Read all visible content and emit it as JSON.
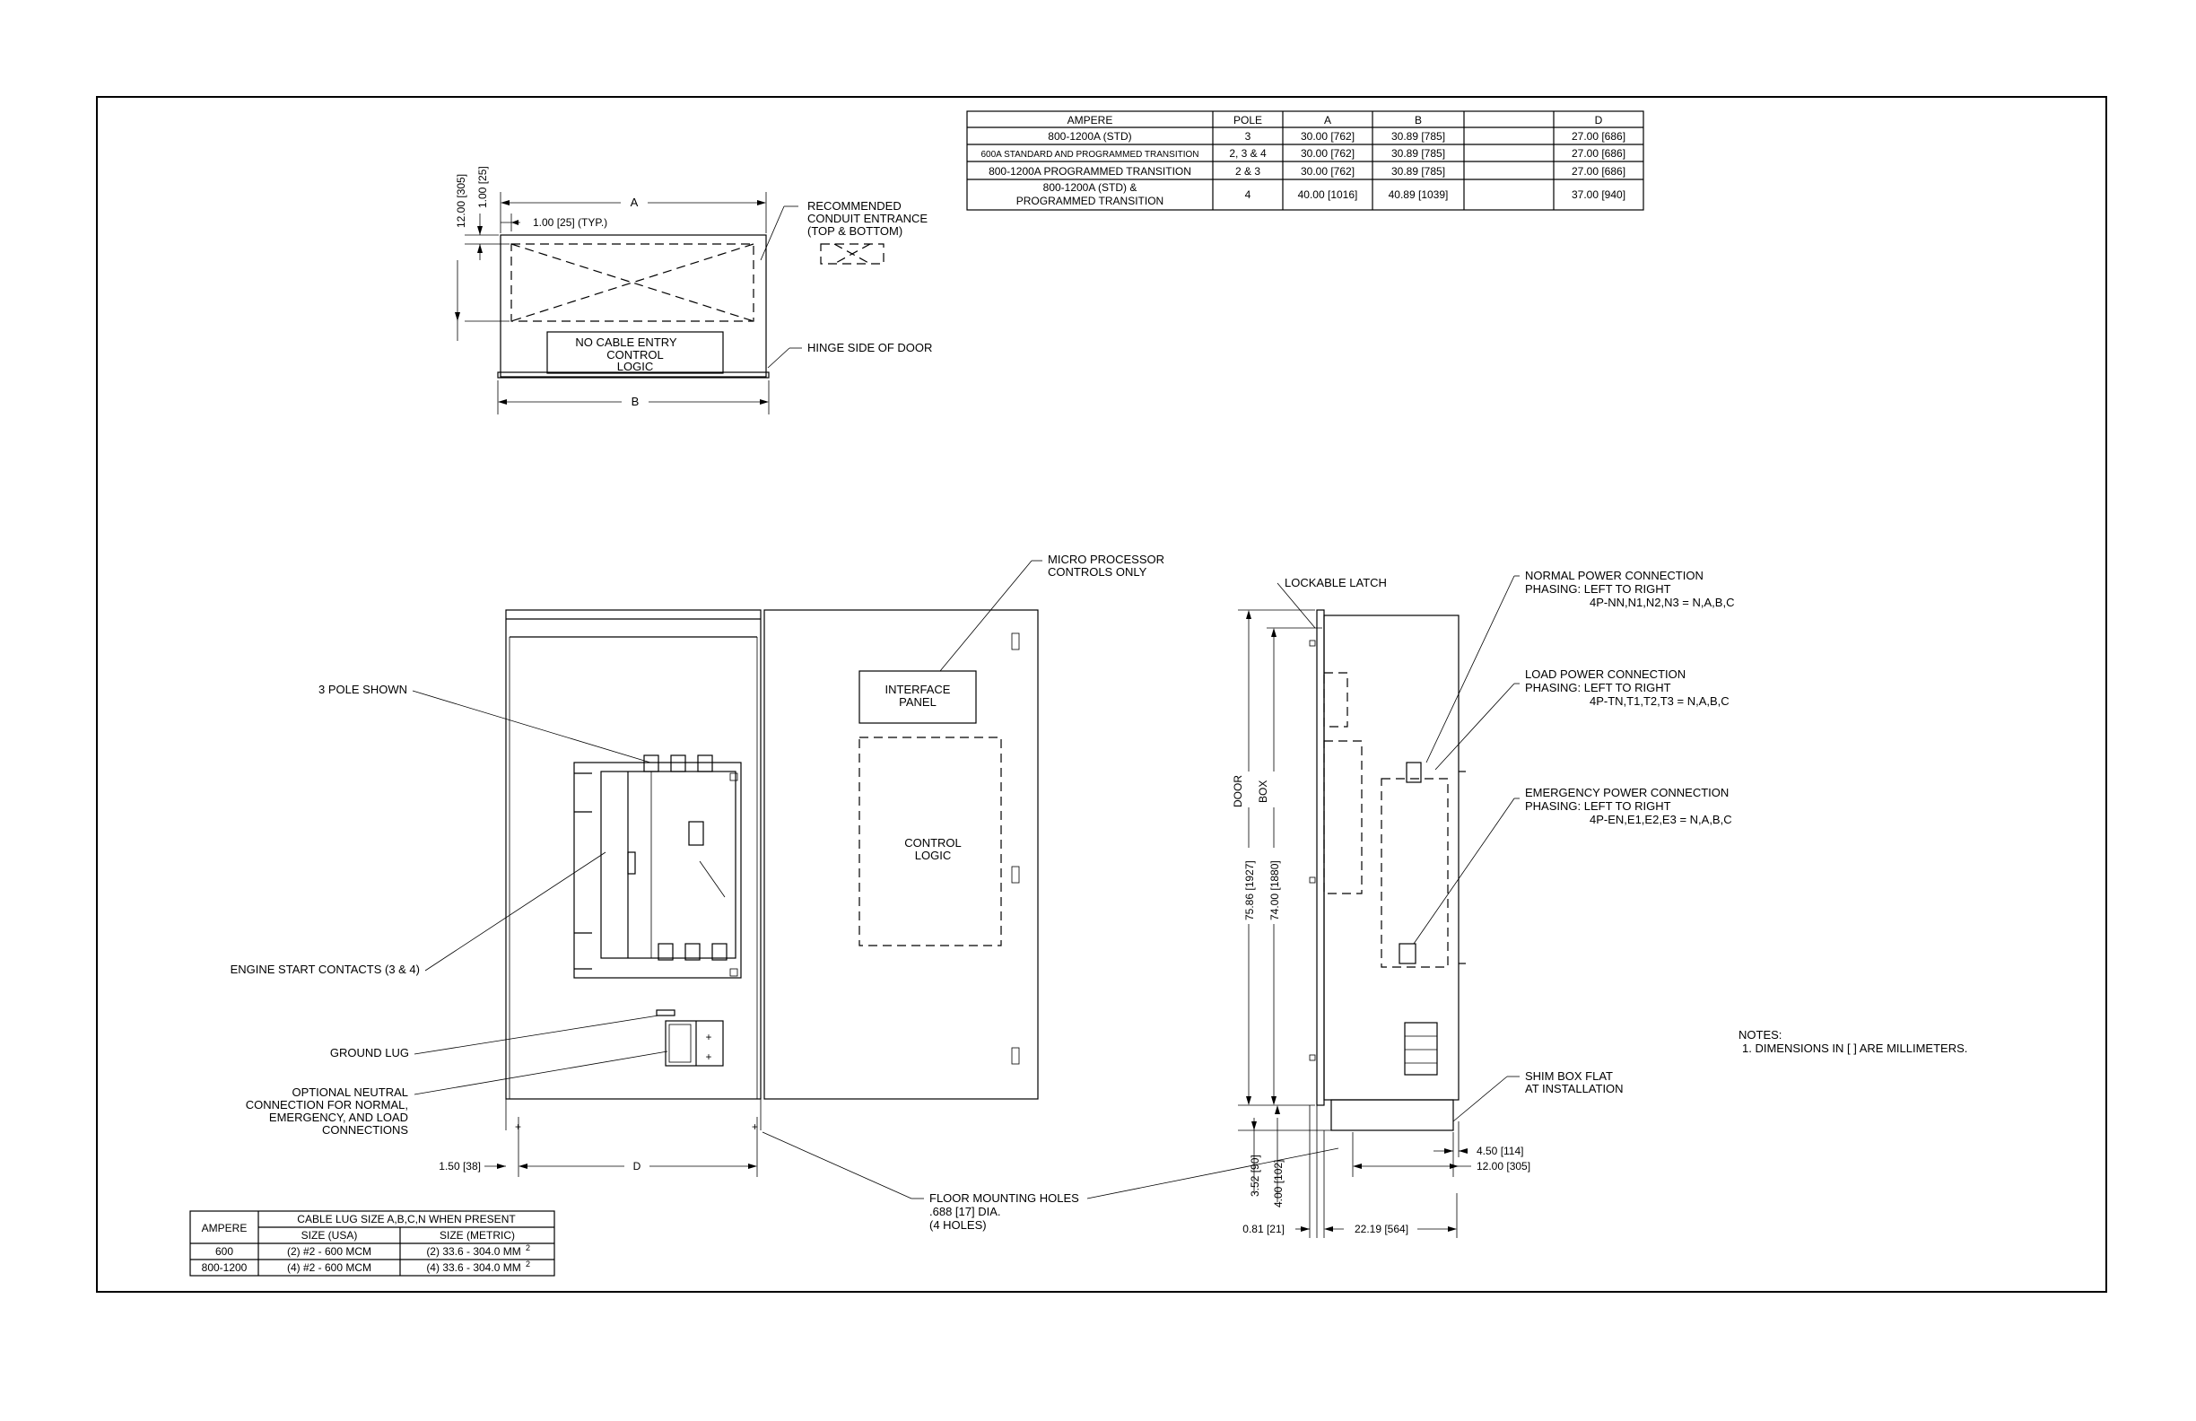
{
  "top_view": {
    "dim_a": "A",
    "dim_b": "B",
    "dim_12": "12.00 [305]",
    "dim_1": "1.00 [25]",
    "dim_typ": "1.00 [25] (TYP.)",
    "recommended": [
      "RECOMMENDED",
      "CONDUIT ENTRANCE",
      "(TOP & BOTTOM)"
    ],
    "hinge": "HINGE SIDE OF DOOR",
    "box_text": [
      "NO CABLE ENTRY",
      "CONTROL",
      "LOGIC"
    ]
  },
  "dim_table": {
    "headers": [
      "AMPERE",
      "POLE",
      "A",
      "B",
      "",
      "D"
    ],
    "rows": [
      [
        "800-1200A (STD)",
        "3",
        "30.00 [762]",
        "30.89 [785]",
        "",
        "27.00 [686]"
      ],
      [
        "600A STANDARD AND PROGRAMMED TRANSITION",
        "2, 3 & 4",
        "30.00 [762]",
        "30.89 [785]",
        "",
        "27.00 [686]"
      ],
      [
        "800-1200A PROGRAMMED TRANSITION",
        "2 & 3",
        "30.00 [762]",
        "30.89 [785]",
        "",
        "27.00 [686]"
      ],
      [
        "800-1200A (STD) &",
        "4",
        "40.00 [1016]",
        "40.89 [1039]",
        "",
        "37.00 [940]"
      ]
    ],
    "row4_line2": "PROGRAMMED TRANSITION"
  },
  "front_view": {
    "micro": [
      "MICRO PROCESSOR",
      "CONTROLS ONLY"
    ],
    "interface": [
      "INTERFACE",
      "PANEL"
    ],
    "control": [
      "CONTROL",
      "LOGIC"
    ],
    "pole": "3 POLE SHOWN",
    "engine": "ENGINE START CONTACTS (3 & 4)",
    "ground": "GROUND LUG",
    "optional": [
      "OPTIONAL NEUTRAL",
      "CONNECTION FOR NORMAL,",
      "EMERGENCY, AND LOAD",
      "CONNECTIONS"
    ],
    "dim_150": "1.50 [38]",
    "dim_d": "D",
    "floor": [
      "FLOOR MOUNTING HOLES",
      ".688 [17] DIA.",
      "(4 HOLES)"
    ]
  },
  "side_view": {
    "latch": "LOCKABLE LATCH",
    "normal": [
      "NORMAL POWER CONNECTION",
      "PHASING: LEFT TO RIGHT",
      "4P-NN,N1,N2,N3 = N,A,B,C"
    ],
    "load": [
      "LOAD POWER CONNECTION",
      "PHASING: LEFT TO RIGHT",
      "4P-TN,T1,T2,T3 = N,A,B,C"
    ],
    "emergency": [
      "EMERGENCY POWER CONNECTION",
      "PHASING: LEFT TO RIGHT",
      "4P-EN,E1,E2,E3 = N,A,B,C"
    ],
    "door": "DOOR",
    "box": "BOX",
    "dim_7586": "75.86 [1927]",
    "dim_7400": "74.00 [1880]",
    "shim": [
      "SHIM BOX FLAT",
      "AT INSTALLATION"
    ],
    "dim_450": "4.50 [114]",
    "dim_1200": "12.00 [305]",
    "dim_352": "3.52 [90]",
    "dim_400": "4.00 [102]",
    "dim_081": "0.81 [21]",
    "dim_2219": "22.19 [564]"
  },
  "notes": [
    "NOTES:",
    "1. DIMENSIONS IN [ ] ARE MILLIMETERS."
  ],
  "lug_table": {
    "col1": "AMPERE",
    "header": "CABLE LUG SIZE A,B,C,N WHEN PRESENT",
    "sub": [
      "SIZE (USA)",
      "SIZE (METRIC)"
    ],
    "rows": [
      [
        "600",
        "(2) #2 - 600 MCM",
        "(2) 33.6 - 304.0 MM"
      ],
      [
        "800-1200",
        "(4) #2 - 600 MCM",
        "(4) 33.6 - 304.0 MM"
      ]
    ],
    "sup": "2"
  }
}
